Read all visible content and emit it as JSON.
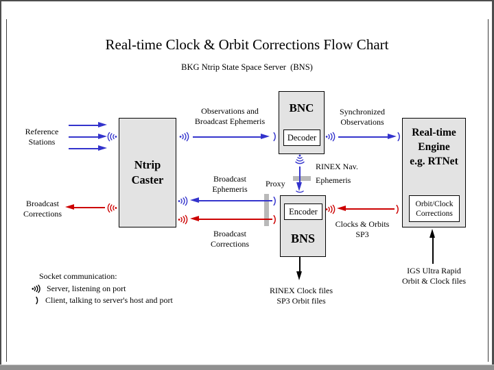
{
  "title": "Real-time Clock & Orbit Corrections Flow Chart",
  "subtitle": "BKG Ntrip State Space Server  (BNS)",
  "colors": {
    "connection_blue": "#3333cc",
    "connection_red": "#cc0000",
    "arrow_black": "#000000",
    "box_fill": "#e3e3e3",
    "proxy_bar_gray": "#b9b9b9",
    "frame_gray": "#4d4d4d"
  },
  "boxes": {
    "ntrip_caster": {
      "lines": [
        "Ntrip",
        "Caster"
      ]
    },
    "bnc": {
      "title": "BNC",
      "inner": "Decoder"
    },
    "bns": {
      "title": "BNS",
      "inner": "Encoder"
    },
    "realtime_engine": {
      "lines": [
        "Real-time",
        "Engine",
        "e.g. RTNet"
      ],
      "inner": [
        "Orbit/Clock",
        "Corrections"
      ]
    }
  },
  "labels": {
    "reference_stations": [
      "Reference",
      "Stations"
    ],
    "broadcast_corrections_left": [
      "Broadcast",
      "Corrections"
    ],
    "observations_ephemeris": [
      "Observations and",
      "Broadcast Ephemeris"
    ],
    "synchronized_observations": [
      "Synchronized",
      "Observations"
    ],
    "broadcast_ephemeris_mid": [
      "Broadcast",
      "Ephemeris"
    ],
    "broadcast_corrections_mid": [
      "Broadcast",
      "Corrections"
    ],
    "proxy": "Proxy",
    "rinex_nav": [
      "RINEX Nav.",
      "Ephemeris"
    ],
    "clocks_orbits": [
      "Clocks & Orbits",
      "SP3"
    ],
    "rinex_clock_files": [
      "RINEX Clock files",
      "SP3 Orbit files"
    ],
    "igs_ultra_rapid": [
      "IGS Ultra Rapid",
      "Orbit & Clock files"
    ]
  },
  "legend": {
    "heading": "Socket communication:",
    "server": "Server, listening on port",
    "client": "Client, talking to server's host and port"
  }
}
